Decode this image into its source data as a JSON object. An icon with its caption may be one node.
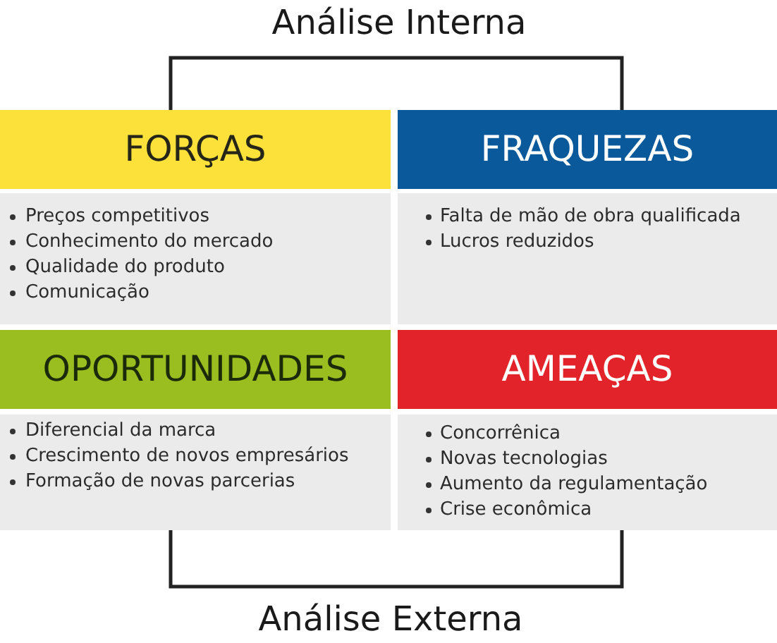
{
  "diagram": {
    "nodes": [
      {
        "text": [
          "FORÇAS"
        ]
      },
      {
        "text": [
          "FRAQUEZAS"
        ]
      },
      {
        "text": [
          "Preços competitivos",
          "Conhecimento do mercado",
          "Qualidade do produto",
          "Comunicação"
        ]
      },
      {
        "text": [
          "Falta de mão de obra qualificada",
          "Lucros reduzidos"
        ]
      },
      {
        "text": [
          "OPORTUNIDADES"
        ]
      },
      {
        "text": [
          "AMEAÇAS"
        ]
      },
      {
        "text": [
          "Diferencial da marca",
          "Crescimento de novos empresários",
          "Formação de novas parcerias"
        ]
      },
      {
        "text": [
          "Concorrênica",
          "Novas tecnologias",
          "Aumento da regulamentação",
          "Crise econômica"
        ]
      }
    ],
    "labels": [
      "Análise Interna",
      "Análise Externa"
    ]
  }
}
